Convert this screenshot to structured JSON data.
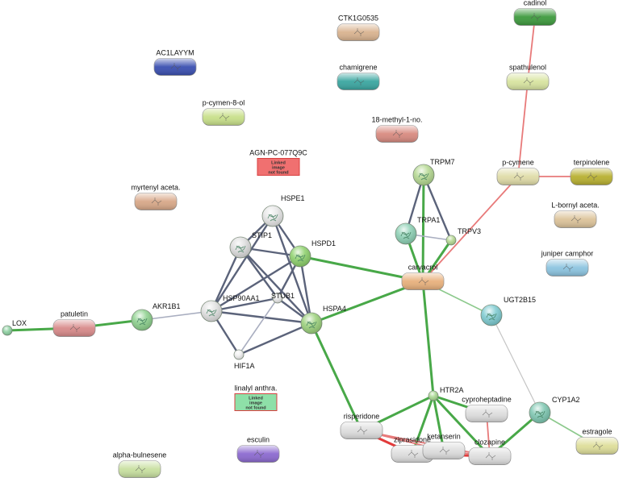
{
  "palette": {
    "protein_edge": "#5b637a",
    "protein_edge_light": "#a9aec0",
    "binding_edge": "#48a848",
    "binding_edge_light": "#8cc98c",
    "chemical_edge": "#e87a7a",
    "chemical_edge_red": "#e23b3b",
    "neutral_edge": "#c4c4c4"
  },
  "nodes": [
    {
      "id": "cadinol",
      "label": "cadinol",
      "kind": "pill",
      "color": "#3d9a3d",
      "icon": "molecule-icon"
    },
    {
      "id": "ctk1g0535",
      "label": "CTK1G0535",
      "kind": "pill",
      "color": "#d9b38f",
      "icon": "molecule-icon"
    },
    {
      "id": "ac1layym",
      "label": "AC1LAYYM",
      "kind": "pill",
      "color": "#3a4fb0",
      "icon": "molecule-icon"
    },
    {
      "id": "chamigrene",
      "label": "chamigrene",
      "kind": "pill",
      "color": "#3aa6a0",
      "icon": "molecule-icon"
    },
    {
      "id": "spathulenol",
      "label": "spathulenol",
      "kind": "pill",
      "color": "#d8e4a0",
      "icon": "molecule-icon"
    },
    {
      "id": "pcymen8ol",
      "label": "p-cymen-8-ol",
      "kind": "pill",
      "color": "#c8e08a",
      "icon": "molecule-icon"
    },
    {
      "id": "methyl18",
      "label": "18-methyl-1-no.",
      "kind": "pill",
      "color": "#d88a80",
      "icon": "molecule-icon"
    },
    {
      "id": "agnpc",
      "label": "AGN-PC-077Q9C",
      "kind": "missing",
      "color": "#f07070",
      "image_text": [
        "Linked",
        "image",
        "not found"
      ]
    },
    {
      "id": "myrtenyl",
      "label": "myrtenyl aceta.",
      "kind": "pill",
      "color": "#d8a888",
      "icon": "molecule-icon"
    },
    {
      "id": "trpm7",
      "label": "TRPM7",
      "kind": "ball",
      "color": "#b4d890",
      "icon": "protein-structure-icon"
    },
    {
      "id": "pcymene",
      "label": "p-cymene",
      "kind": "pill",
      "color": "#e0dca8",
      "icon": "molecule-icon"
    },
    {
      "id": "terpinolene",
      "label": "terpinolene",
      "kind": "pill",
      "color": "#b8b030",
      "icon": "molecule-icon"
    },
    {
      "id": "hspe1",
      "label": "HSPE1",
      "kind": "ball",
      "color": "#e6e6e6",
      "icon": "protein-structure-icon"
    },
    {
      "id": "lbornyl",
      "label": "L-bornyl aceta.",
      "kind": "pill",
      "color": "#dcc39a",
      "icon": "molecule-icon"
    },
    {
      "id": "stip1",
      "label": "STIP1",
      "kind": "ball",
      "color": "#dddddd",
      "icon": "protein-structure-icon"
    },
    {
      "id": "trpa1",
      "label": "TRPA1",
      "kind": "ball",
      "color": "#8cd0b4",
      "icon": "protein-structure-icon"
    },
    {
      "id": "trpv3",
      "label": "TRPV3",
      "kind": "ball",
      "color": "#b4d890",
      "icon": "protein-structure-icon",
      "small": true
    },
    {
      "id": "hspd1",
      "label": "HSPD1",
      "kind": "ball",
      "color": "#8cd06a",
      "icon": "protein-structure-icon"
    },
    {
      "id": "junipercamphor",
      "label": "juniper camphor",
      "kind": "pill",
      "color": "#8cc4e0",
      "icon": "molecule-icon"
    },
    {
      "id": "carvacrol",
      "label": "carvacrol",
      "kind": "pill",
      "color": "#e8b07c",
      "icon": "molecule-icon"
    },
    {
      "id": "stub1",
      "label": "STUB1",
      "kind": "ball",
      "color": "#e6e6e6",
      "icon": "protein-structure-icon",
      "small": true
    },
    {
      "id": "hsp90aa1",
      "label": "HSP90AA1",
      "kind": "ball",
      "color": "#e0e0e0",
      "icon": "protein-structure-icon"
    },
    {
      "id": "lox",
      "label": "LOX",
      "kind": "ball",
      "color": "#8cd0a0",
      "icon": "protein-structure-icon",
      "small": true
    },
    {
      "id": "patuletin",
      "label": "patuletin",
      "kind": "pill",
      "color": "#d88a8a",
      "icon": "molecule-icon"
    },
    {
      "id": "akr1b1",
      "label": "AKR1B1",
      "kind": "ball",
      "color": "#8cd08c",
      "icon": "protein-structure-icon"
    },
    {
      "id": "hspa4",
      "label": "HSPA4",
      "kind": "ball",
      "color": "#9ad07a",
      "icon": "protein-structure-icon"
    },
    {
      "id": "ugt2b15",
      "label": "UGT2B15",
      "kind": "ball",
      "color": "#7ccad0",
      "icon": "protein-structure-icon"
    },
    {
      "id": "hif1a",
      "label": "HIF1A",
      "kind": "ball",
      "color": "#eeeeee",
      "icon": "protein-structure-icon",
      "small": true
    },
    {
      "id": "linalyl",
      "label": "linalyl anthra.",
      "kind": "missing",
      "color": "#8ee0a8",
      "image_text": [
        "Linked",
        "image",
        "not found"
      ]
    },
    {
      "id": "htr2a",
      "label": "HTR2A",
      "kind": "ball",
      "color": "#a8d890",
      "icon": "protein-structure-icon",
      "small": true
    },
    {
      "id": "cyproheptadine",
      "label": "cyproheptadine",
      "kind": "pill",
      "color": "#dddddd",
      "icon": "molecule-icon"
    },
    {
      "id": "cyp1a2",
      "label": "CYP1A2",
      "kind": "ball",
      "color": "#7cc6b0",
      "icon": "protein-structure-icon"
    },
    {
      "id": "risperidone",
      "label": "risperidone",
      "kind": "pill",
      "color": "#dddddd",
      "icon": "molecule-icon"
    },
    {
      "id": "ziprasidone",
      "label": "ziprasidone",
      "kind": "pill",
      "color": "#dddddd",
      "icon": "molecule-icon"
    },
    {
      "id": "ketanserin",
      "label": "ketanserin",
      "kind": "pill",
      "color": "#dddddd",
      "icon": "molecule-icon"
    },
    {
      "id": "clozapine",
      "label": "clozapine",
      "kind": "pill",
      "color": "#dddddd",
      "icon": "molecule-icon"
    },
    {
      "id": "estragole",
      "label": "estragole",
      "kind": "pill",
      "color": "#dede9a",
      "icon": "molecule-icon"
    },
    {
      "id": "esculin",
      "label": "esculin",
      "kind": "pill",
      "color": "#8c6ad0",
      "icon": "molecule-icon"
    },
    {
      "id": "alphabulnesene",
      "label": "alpha-bulnesene",
      "kind": "pill",
      "color": "#c8e0a0",
      "icon": "molecule-icon"
    }
  ],
  "edges": [
    {
      "a": "cadinol",
      "b": "spathulenol",
      "type": "chemical"
    },
    {
      "a": "spathulenol",
      "b": "pcymene",
      "type": "chemical"
    },
    {
      "a": "pcymene",
      "b": "terpinolene",
      "type": "chemical"
    },
    {
      "a": "pcymene",
      "b": "carvacrol",
      "type": "chemical"
    },
    {
      "a": "trpm7",
      "b": "trpa1",
      "type": "protein"
    },
    {
      "a": "trpm7",
      "b": "trpv3",
      "type": "protein"
    },
    {
      "a": "trpm7",
      "b": "carvacrol",
      "type": "binding"
    },
    {
      "a": "trpa1",
      "b": "trpv3",
      "type": "protein_light"
    },
    {
      "a": "trpa1",
      "b": "carvacrol",
      "type": "binding"
    },
    {
      "a": "trpv3",
      "b": "carvacrol",
      "type": "binding"
    },
    {
      "a": "hspe1",
      "b": "stip1",
      "type": "protein"
    },
    {
      "a": "hspe1",
      "b": "hspd1",
      "type": "protein"
    },
    {
      "a": "hspe1",
      "b": "hsp90aa1",
      "type": "protein"
    },
    {
      "a": "hspe1",
      "b": "hspa4",
      "type": "protein"
    },
    {
      "a": "stip1",
      "b": "hspd1",
      "type": "protein"
    },
    {
      "a": "stip1",
      "b": "hsp90aa1",
      "type": "protein"
    },
    {
      "a": "stip1",
      "b": "stub1",
      "type": "protein"
    },
    {
      "a": "stip1",
      "b": "hspa4",
      "type": "protein"
    },
    {
      "a": "hspd1",
      "b": "hsp90aa1",
      "type": "protein"
    },
    {
      "a": "hspd1",
      "b": "stub1",
      "type": "protein"
    },
    {
      "a": "hspd1",
      "b": "hspa4",
      "type": "protein"
    },
    {
      "a": "hspd1",
      "b": "carvacrol",
      "type": "binding"
    },
    {
      "a": "hsp90aa1",
      "b": "stub1",
      "type": "protein"
    },
    {
      "a": "hsp90aa1",
      "b": "hspa4",
      "type": "protein"
    },
    {
      "a": "hsp90aa1",
      "b": "hif1a",
      "type": "protein"
    },
    {
      "a": "stub1",
      "b": "hspa4",
      "type": "protein"
    },
    {
      "a": "stub1",
      "b": "hif1a",
      "type": "protein_light"
    },
    {
      "a": "hspa4",
      "b": "hif1a",
      "type": "protein"
    },
    {
      "a": "hspa4",
      "b": "carvacrol",
      "type": "binding"
    },
    {
      "a": "hspa4",
      "b": "risperidone",
      "type": "binding"
    },
    {
      "a": "akr1b1",
      "b": "hsp90aa1",
      "type": "protein_light"
    },
    {
      "a": "lox",
      "b": "patuletin",
      "type": "binding"
    },
    {
      "a": "patuletin",
      "b": "akr1b1",
      "type": "binding"
    },
    {
      "a": "carvacrol",
      "b": "ugt2b15",
      "type": "binding_light"
    },
    {
      "a": "carvacrol",
      "b": "htr2a",
      "type": "binding"
    },
    {
      "a": "ugt2b15",
      "b": "cyp1a2",
      "type": "neutral"
    },
    {
      "a": "htr2a",
      "b": "risperidone",
      "type": "binding"
    },
    {
      "a": "htr2a",
      "b": "ziprasidone",
      "type": "binding"
    },
    {
      "a": "htr2a",
      "b": "ketanserin",
      "type": "binding"
    },
    {
      "a": "htr2a",
      "b": "clozapine",
      "type": "binding"
    },
    {
      "a": "htr2a",
      "b": "cyproheptadine",
      "type": "binding"
    },
    {
      "a": "cyp1a2",
      "b": "clozapine",
      "type": "binding"
    },
    {
      "a": "cyp1a2",
      "b": "estragole",
      "type": "binding_light"
    },
    {
      "a": "cyproheptadine",
      "b": "clozapine",
      "type": "chemical"
    },
    {
      "a": "risperidone",
      "b": "ziprasidone",
      "type": "chemical_red"
    },
    {
      "a": "ziprasidone",
      "b": "clozapine",
      "type": "chemical_red"
    },
    {
      "a": "risperidone",
      "b": "ketanserin",
      "type": "chemical"
    },
    {
      "a": "ketanserin",
      "b": "clozapine",
      "type": "chemical"
    },
    {
      "a": "risperidone",
      "b": "clozapine",
      "type": "chemical"
    }
  ]
}
